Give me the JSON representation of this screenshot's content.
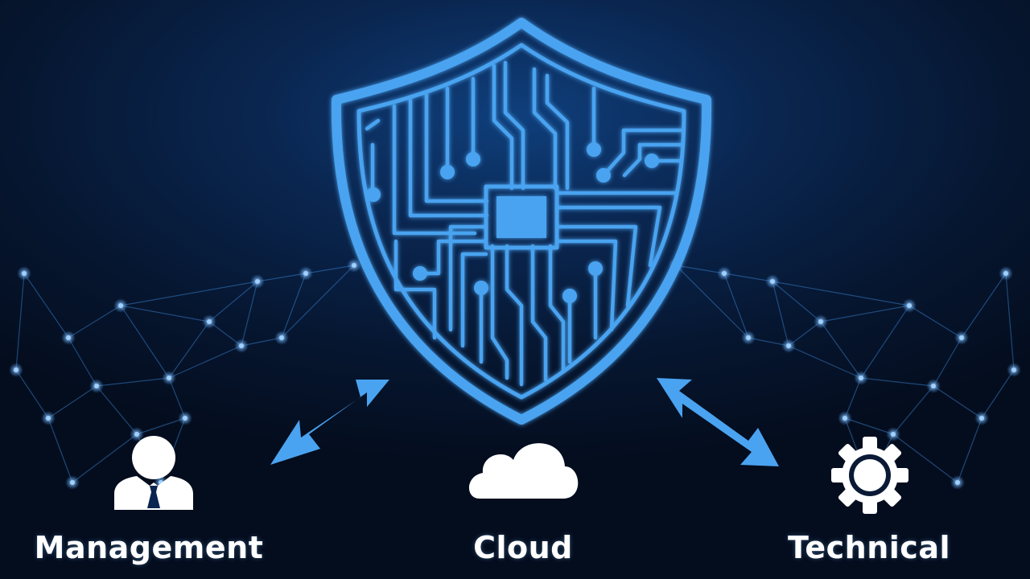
{
  "labels": {
    "left": "Management",
    "center": "Cloud",
    "right": "Technical"
  },
  "icons": {
    "shield": "shield-circuit-icon",
    "left": "user-tie-icon",
    "center": "cloud-icon",
    "right": "gear-icon",
    "arrows": "double-arrow-icon"
  },
  "colors": {
    "background": "#06142b",
    "accent": "#4aa3f0",
    "icon": "#ffffff",
    "text": "#ffffff"
  }
}
